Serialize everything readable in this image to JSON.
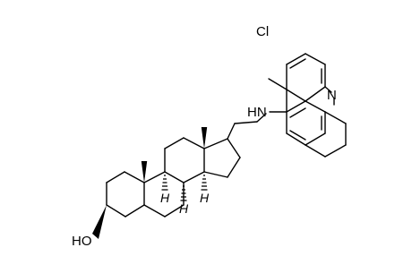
{
  "molecule": {
    "atoms": {
      "hydroxyl": "HO",
      "amine": "HN",
      "chlorine": "Cl",
      "ring_nitrogen": "N"
    },
    "stereo_labels": {
      "h_c9": "H",
      "h_c8": "H",
      "h_c14": "H"
    }
  }
}
